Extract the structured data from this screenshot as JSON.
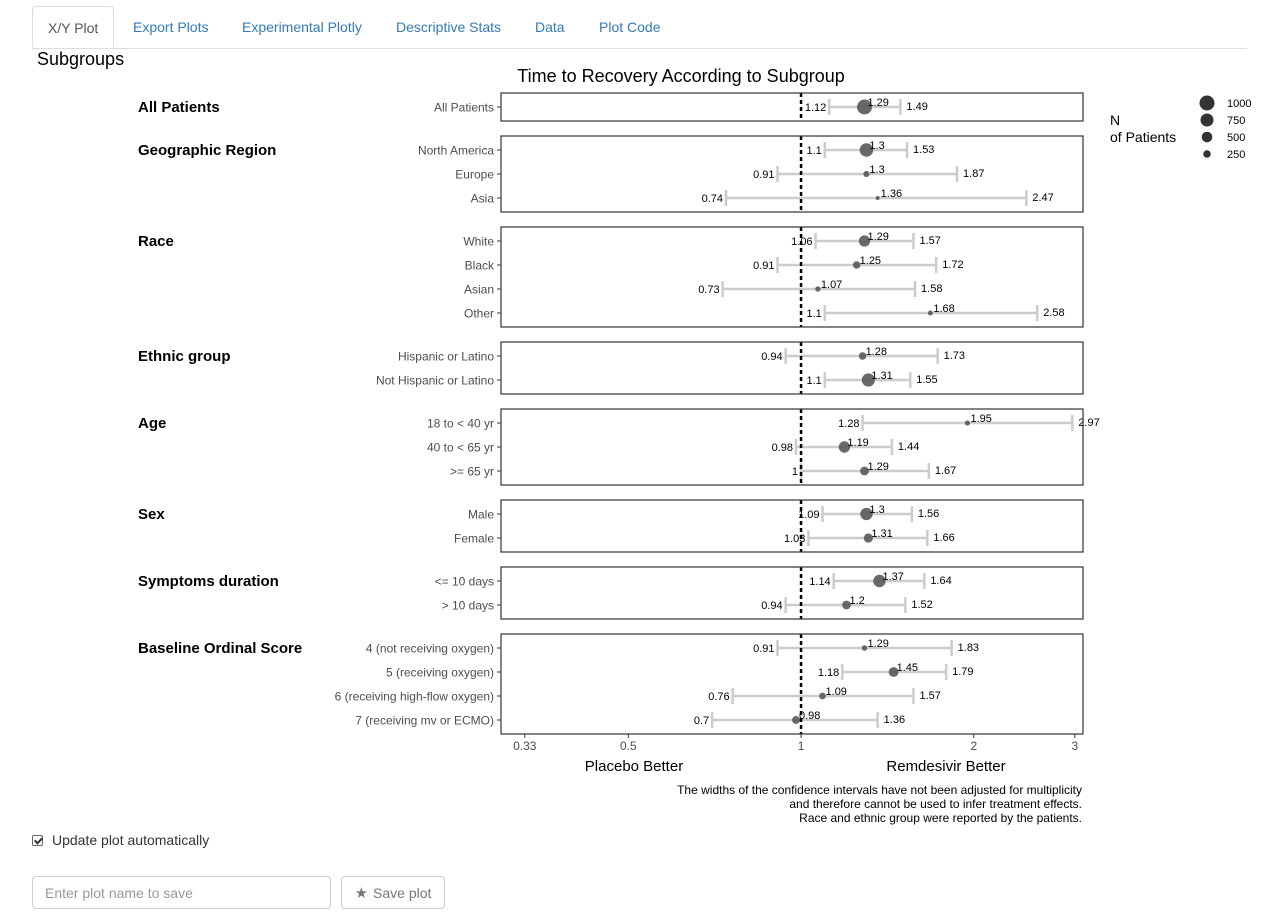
{
  "tabs": [
    "X/Y Plot",
    "Export Plots",
    "Experimental Plotly",
    "Descriptive Stats",
    "Data",
    "Plot Code"
  ],
  "active_tab": 0,
  "controls": {
    "update_label": "Update plot automatically",
    "update_checked": true,
    "save_placeholder": "Enter plot name to save",
    "save_button": "Save plot"
  },
  "chart_data": {
    "type": "forest",
    "strip_title": "Subgroups",
    "title": "Time to Recovery According to Subgroup",
    "x_scale": "log",
    "xlim": [
      0.3,
      3.1
    ],
    "x_ticks": [
      0.33,
      0.5,
      1,
      2,
      3
    ],
    "x_tick_labels": [
      "0.33",
      "0.5",
      "1",
      "2",
      "3"
    ],
    "reference_line": 1,
    "xlabel_left": "Placebo Better",
    "xlabel_right": "Remdesivir Better",
    "legend": {
      "title": "N\nof Patients",
      "entries": [
        {
          "label": "1000",
          "value": 1000
        },
        {
          "label": "750",
          "value": 750
        },
        {
          "label": "500",
          "value": 500
        },
        {
          "label": "250",
          "value": 250
        }
      ]
    },
    "colors": {
      "point": "#595959",
      "ci": "#cccccc",
      "panel_border": "#333333",
      "reference": "#000000"
    },
    "caption": [
      "The widths of the confidence intervals have not been adjusted for multiplicity",
      "and therefore cannot be used to infer treatment effects.",
      "Race and ethnic group were reported by the patients."
    ],
    "groups": [
      {
        "name": "All Patients",
        "rows": [
          {
            "label": "All Patients",
            "est": 1.29,
            "lo": 1.12,
            "hi": 1.49,
            "n": 1000,
            "labels": {
              "est": "1.29",
              "lo": "1.12",
              "hi": "1.49"
            }
          }
        ]
      },
      {
        "name": "Geographic Region",
        "rows": [
          {
            "label": "North America",
            "est": 1.3,
            "lo": 1.1,
            "hi": 1.53,
            "n": 820,
            "labels": {
              "est": "1.3",
              "lo": "1.1",
              "hi": "1.53"
            }
          },
          {
            "label": "Europe",
            "est": 1.3,
            "lo": 0.91,
            "hi": 1.87,
            "n": 170,
            "labels": {
              "est": "1.3",
              "lo": "0.91",
              "hi": "1.87"
            }
          },
          {
            "label": "Asia",
            "est": 1.36,
            "lo": 0.74,
            "hi": 2.47,
            "n": 70,
            "labels": {
              "est": "1.36",
              "lo": "0.74",
              "hi": "2.47"
            }
          }
        ]
      },
      {
        "name": "Race",
        "rows": [
          {
            "label": "White",
            "est": 1.29,
            "lo": 1.06,
            "hi": 1.57,
            "n": 570,
            "labels": {
              "est": "1.29",
              "lo": "1.06",
              "hi": "1.57"
            }
          },
          {
            "label": "Black",
            "est": 1.25,
            "lo": 0.91,
            "hi": 1.72,
            "n": 250,
            "labels": {
              "est": "1.25",
              "lo": "0.91",
              "hi": "1.72"
            }
          },
          {
            "label": "Asian",
            "est": 1.07,
            "lo": 0.73,
            "hi": 1.58,
            "n": 130,
            "labels": {
              "est": "1.07",
              "lo": "0.73",
              "hi": "1.58"
            }
          },
          {
            "label": "Other",
            "est": 1.68,
            "lo": 1.1,
            "hi": 2.58,
            "n": 110,
            "labels": {
              "est": "1.68",
              "lo": "1.1",
              "hi": "2.58"
            }
          }
        ]
      },
      {
        "name": "Ethnic group",
        "rows": [
          {
            "label": "Hispanic or Latino",
            "est": 1.28,
            "lo": 0.94,
            "hi": 1.73,
            "n": 250,
            "labels": {
              "est": "1.28",
              "lo": "0.94",
              "hi": "1.73"
            }
          },
          {
            "label": "Not Hispanic or Latino",
            "est": 1.31,
            "lo": 1.1,
            "hi": 1.55,
            "n": 770,
            "labels": {
              "est": "1.31",
              "lo": "1.1",
              "hi": "1.55"
            }
          }
        ]
      },
      {
        "name": "Age",
        "rows": [
          {
            "label": "18 to < 40 yr",
            "est": 1.95,
            "lo": 1.28,
            "hi": 2.97,
            "n": 120,
            "labels": {
              "est": "1.95",
              "lo": "1.28",
              "hi": "2.97"
            }
          },
          {
            "label": "40 to < 65 yr",
            "est": 1.19,
            "lo": 0.98,
            "hi": 1.44,
            "n": 580,
            "labels": {
              "est": "1.19",
              "lo": "0.98",
              "hi": "1.44"
            }
          },
          {
            "label": ">= 65 yr",
            "est": 1.29,
            "lo": 1,
            "hi": 1.67,
            "n": 350,
            "labels": {
              "est": "1.29",
              "lo": "1",
              "hi": "1.67"
            }
          }
        ]
      },
      {
        "name": "Sex",
        "rows": [
          {
            "label": "Male",
            "est": 1.3,
            "lo": 1.09,
            "hi": 1.56,
            "n": 680,
            "labels": {
              "est": "1.3",
              "lo": "1.09",
              "hi": "1.56"
            }
          },
          {
            "label": "Female",
            "est": 1.31,
            "lo": 1.03,
            "hi": 1.66,
            "n": 380,
            "labels": {
              "est": "1.31",
              "lo": "1.03",
              "hi": "1.66"
            }
          }
        ]
      },
      {
        "name": "Symptoms duration",
        "rows": [
          {
            "label": "<= 10 days",
            "est": 1.37,
            "lo": 1.14,
            "hi": 1.64,
            "n": 690,
            "labels": {
              "est": "1.37",
              "lo": "1.14",
              "hi": "1.64"
            }
          },
          {
            "label": "> 10 days",
            "est": 1.2,
            "lo": 0.94,
            "hi": 1.52,
            "n": 340,
            "labels": {
              "est": "1.2",
              "lo": "0.94",
              "hi": "1.52"
            }
          }
        ]
      },
      {
        "name": "Baseline Ordinal Score",
        "rows": [
          {
            "label": "4 (not receiving oxygen)",
            "est": 1.29,
            "lo": 0.91,
            "hi": 1.83,
            "n": 140,
            "labels": {
              "est": "1.29",
              "lo": "0.91",
              "hi": "1.83"
            }
          },
          {
            "label": "5 (receiving oxygen)",
            "est": 1.45,
            "lo": 1.18,
            "hi": 1.79,
            "n": 430,
            "labels": {
              "est": "1.45",
              "lo": "1.18",
              "hi": "1.79"
            }
          },
          {
            "label": "6 (receiving high-flow oxygen)",
            "est": 1.09,
            "lo": 0.76,
            "hi": 1.57,
            "n": 200,
            "labels": {
              "est": "1.09",
              "lo": "0.76",
              "hi": "1.57"
            }
          },
          {
            "label": "7 (receiving mv or ECMO)",
            "est": 0.98,
            "lo": 0.7,
            "hi": 1.36,
            "n": 280,
            "labels": {
              "est": "0.98",
              "lo": "0.7",
              "hi": "1.36"
            }
          }
        ]
      }
    ]
  }
}
